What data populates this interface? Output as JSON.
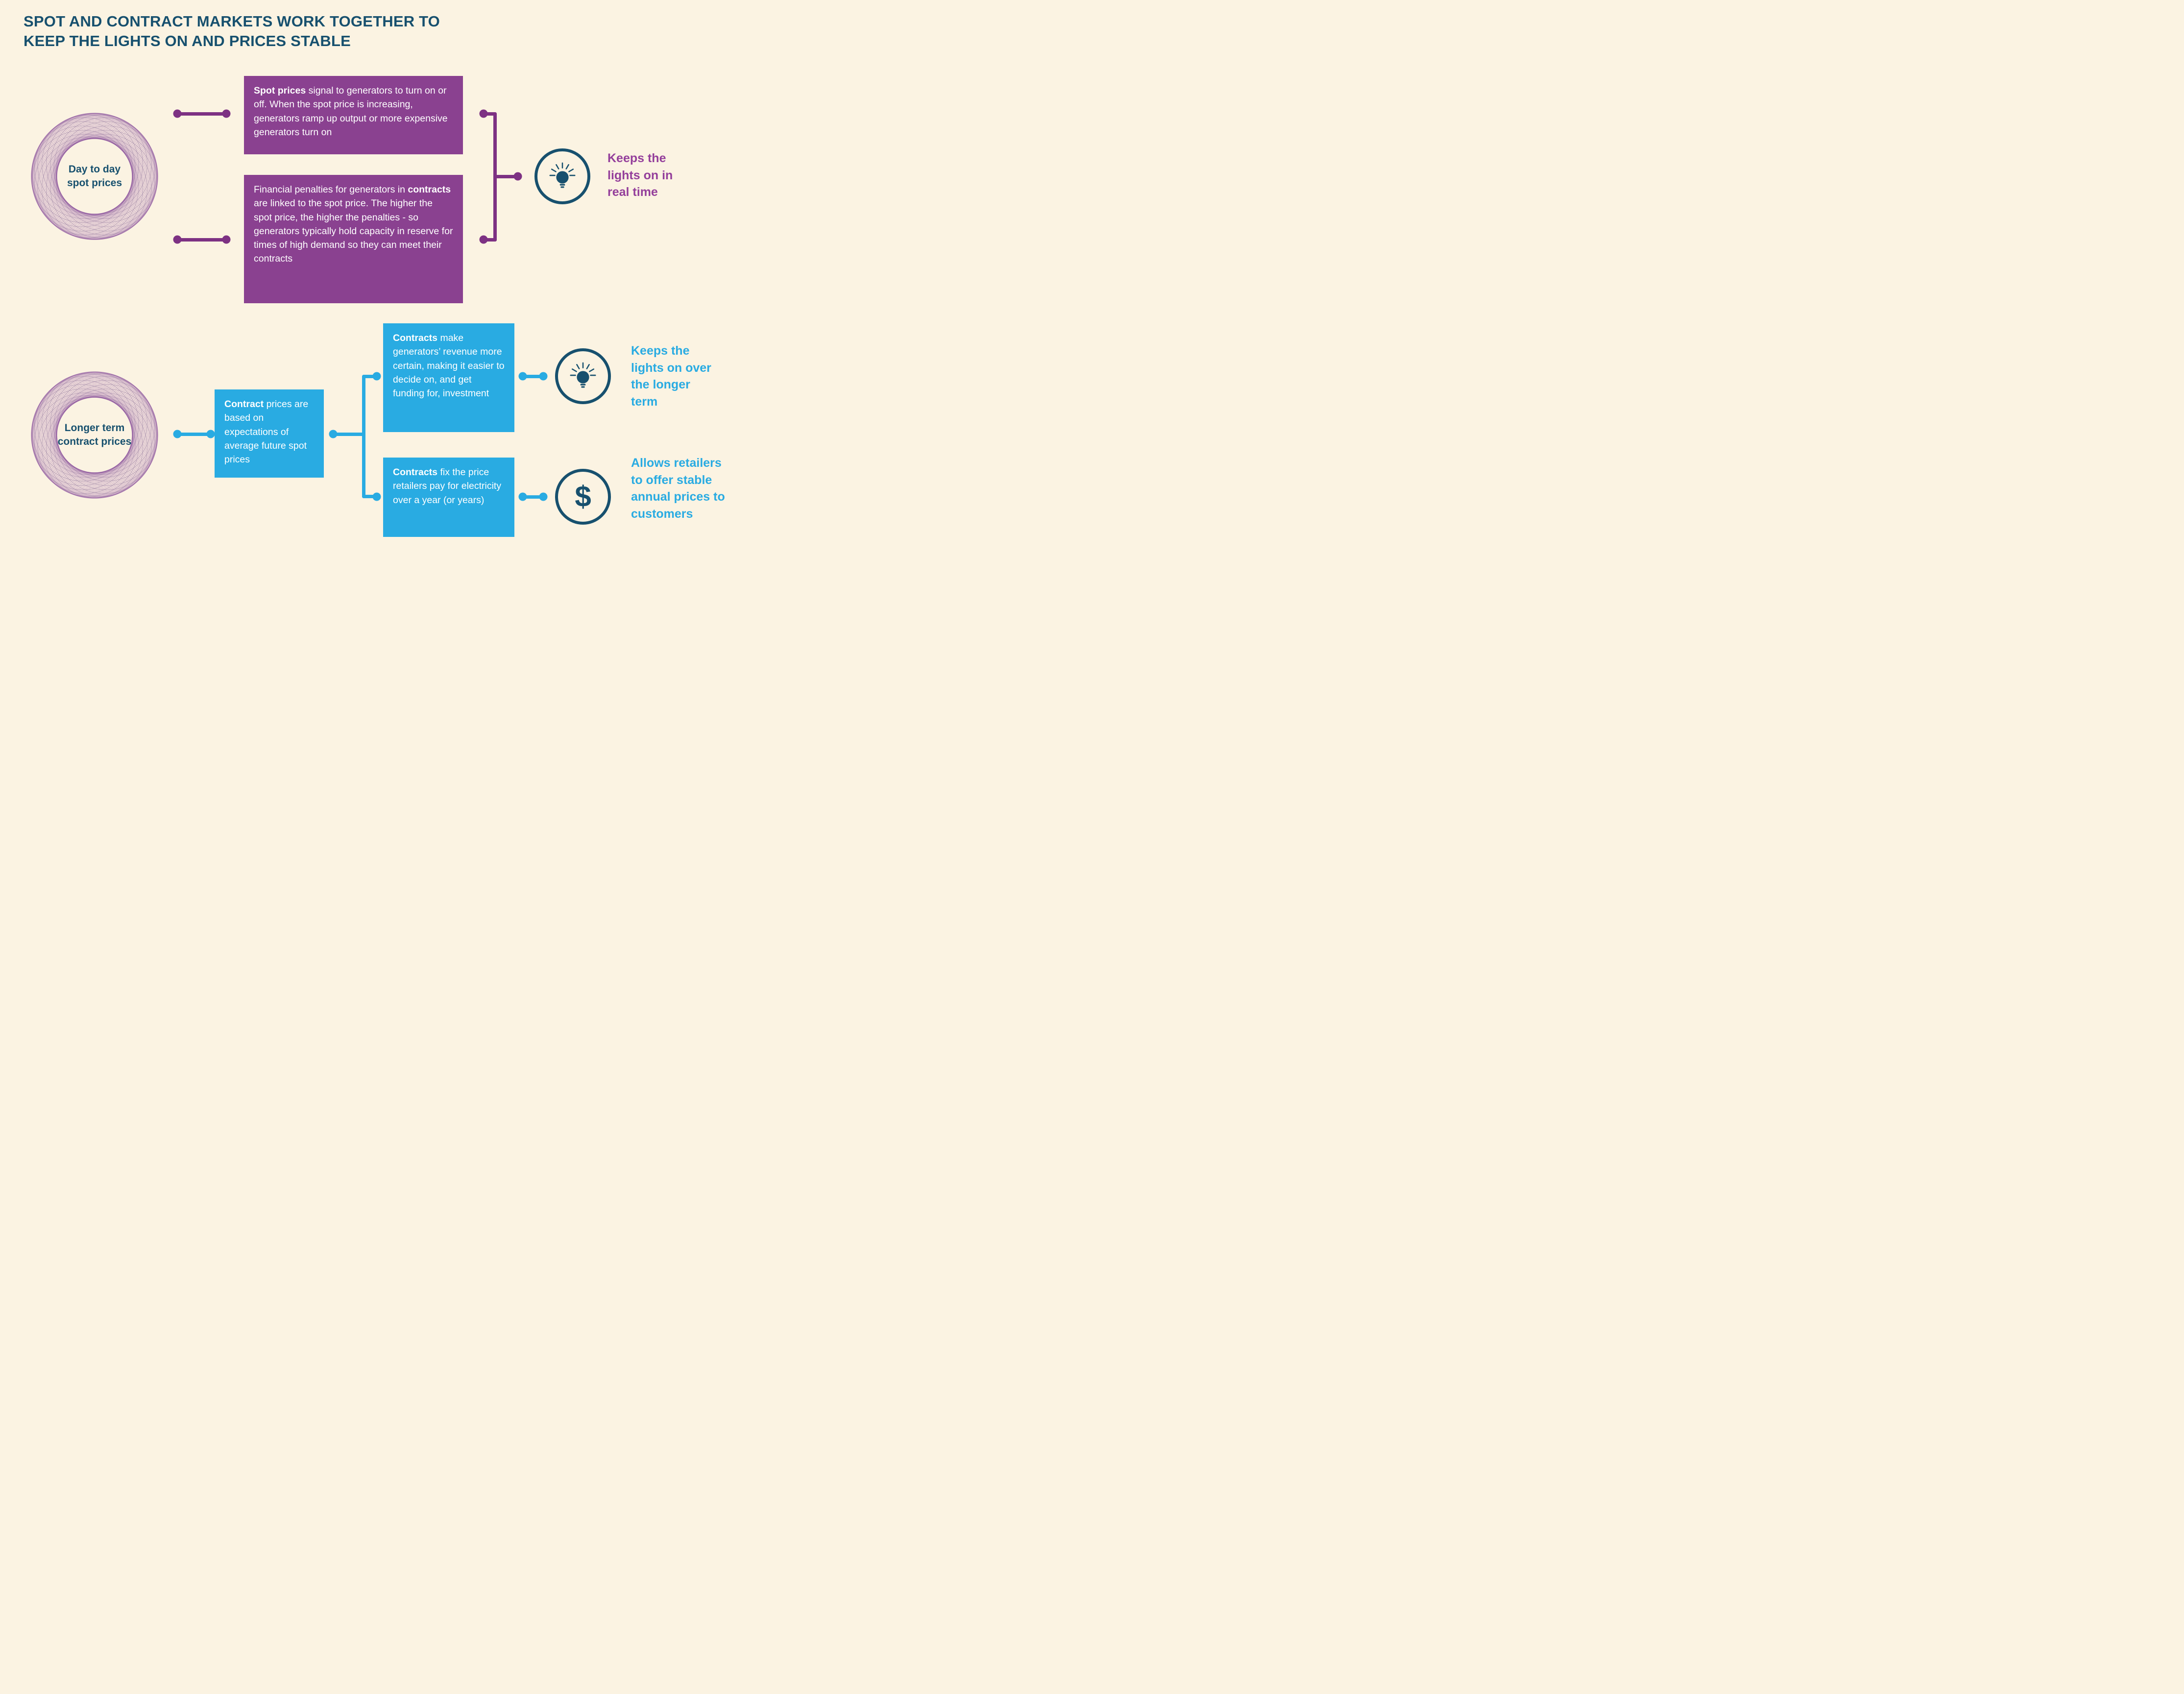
{
  "title": {
    "line1": "SPOT AND CONTRACT MARKETS WORK TOGETHER TO",
    "line2": "KEEP THE LIGHTS ON AND PRICES STABLE"
  },
  "colors": {
    "background": "#FBF3E2",
    "title_navy": "#17506E",
    "purple_box": "#8A4190",
    "purple_line": "#7D3183",
    "purple_text": "#943F9B",
    "blue": "#29ABE2",
    "icon_navy": "#17506E",
    "ring_purple_dark": "#5F2A7F",
    "ring_purple_light": "#8C42A0"
  },
  "spot_section": {
    "ring_label": {
      "line1": "Day to day",
      "line2": "spot prices"
    },
    "box_signal": {
      "segments": [
        {
          "text": "Spot prices",
          "bold": true
        },
        {
          "text": " signal to generators to turn on or off. When the spot price is increasing, generators ramp up output or more expensive generators turn on",
          "bold": false
        }
      ]
    },
    "box_penalties": {
      "segments": [
        {
          "text": "Financial penalties for generators in ",
          "bold": false
        },
        {
          "text": "contracts",
          "bold": true
        },
        {
          "text": " are linked to the spot price. The higher the spot price, the higher the penalties - so generators typically hold capacity in reserve for times of high demand so they can meet their contracts",
          "bold": false
        }
      ]
    },
    "outcome": {
      "icon": "lightbulb-icon",
      "label": "Keeps the lights on in real time"
    }
  },
  "contract_section": {
    "ring_label": {
      "line1": "Longer term",
      "line2": "contract prices"
    },
    "box_basis": {
      "segments": [
        {
          "text": "Contract",
          "bold": true
        },
        {
          "text": " prices are based on expectations of average future spot prices",
          "bold": false
        }
      ]
    },
    "box_revenue": {
      "segments": [
        {
          "text": "Contracts",
          "bold": true
        },
        {
          "text": " make generators’ revenue more certain, making it easier to decide on, and get funding for, investment",
          "bold": false
        }
      ]
    },
    "box_fix": {
      "segments": [
        {
          "text": "Contracts",
          "bold": true
        },
        {
          "text": " fix the price retailers pay for electricity over a year (or years)",
          "bold": false
        }
      ]
    },
    "outcome_lights": {
      "icon": "lightbulb-icon",
      "label": "Keeps the lights on over the longer term"
    },
    "outcome_prices": {
      "icon": "dollar-icon",
      "symbol": "$",
      "label": "Allows retailers to offer stable annual prices to customers"
    }
  }
}
